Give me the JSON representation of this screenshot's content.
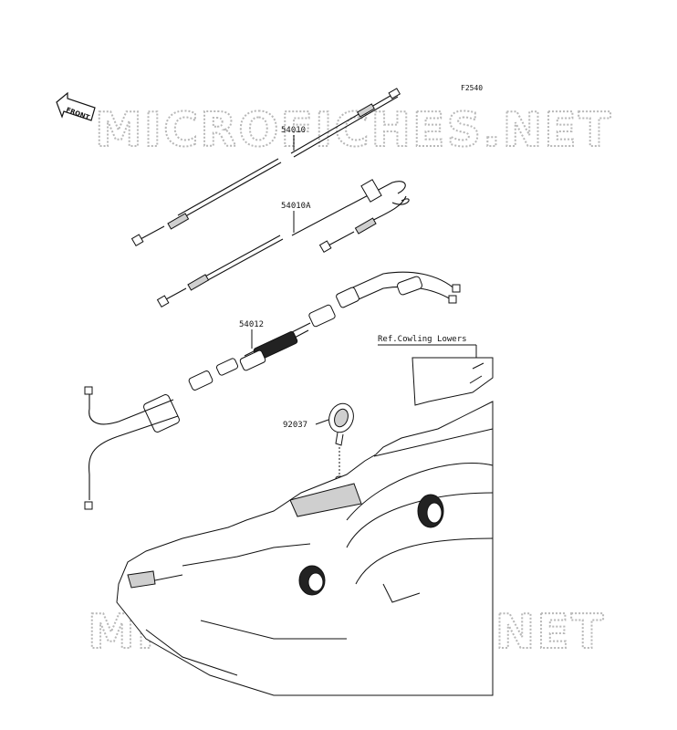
{
  "diagram": {
    "code": "F2540",
    "front_label": "FRONT",
    "watermark_top": "MICROFICHES.NET",
    "watermark_bottom": "MICROFICHES.NET",
    "parts": [
      {
        "number": "54010"
      },
      {
        "number": "54010A"
      },
      {
        "number": "54012"
      },
      {
        "number": "92037"
      }
    ],
    "reference": "Ref.Cowling Lowers"
  }
}
